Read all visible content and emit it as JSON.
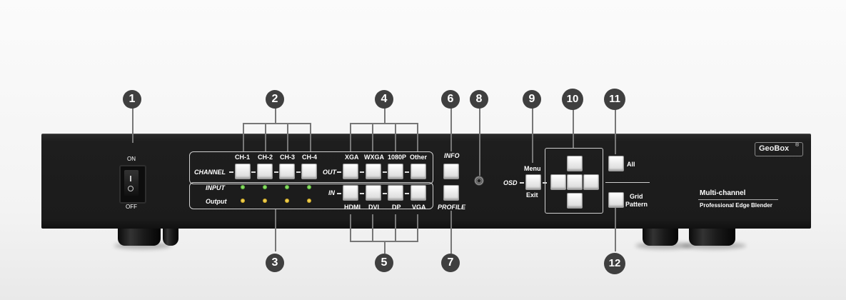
{
  "callouts": [
    "1",
    "2",
    "3",
    "4",
    "5",
    "6",
    "7",
    "8",
    "9",
    "10",
    "11",
    "12"
  ],
  "power": {
    "on_label": "ON",
    "off_label": "OFF"
  },
  "channel": {
    "label": "CHANNEL",
    "buttons": [
      "CH-1",
      "CH-2",
      "CH-3",
      "CH-4"
    ]
  },
  "leds": {
    "input_label": "INPUT",
    "output_label": "Output",
    "input_color": "#5fd23a",
    "output_color": "#e6b800"
  },
  "output": {
    "label": "OUT",
    "buttons": [
      "XGA",
      "WXGA",
      "1080P",
      "Other"
    ]
  },
  "input": {
    "label": "IN",
    "buttons": [
      "HDMI",
      "DVI",
      "DP",
      "VGA"
    ]
  },
  "info": {
    "label": "INFO"
  },
  "profile": {
    "label": "PROFILE"
  },
  "osd": {
    "label": "OSD",
    "menu_label": "Menu",
    "exit_label": "Exit"
  },
  "all": {
    "label": "All"
  },
  "grid": {
    "label_line1": "Grid",
    "label_line2": "Pattern"
  },
  "brand": {
    "name": "GeoBox",
    "mark": "®"
  },
  "product": {
    "line1": "Multi-channel",
    "line2": "Professional Edge Blender"
  }
}
